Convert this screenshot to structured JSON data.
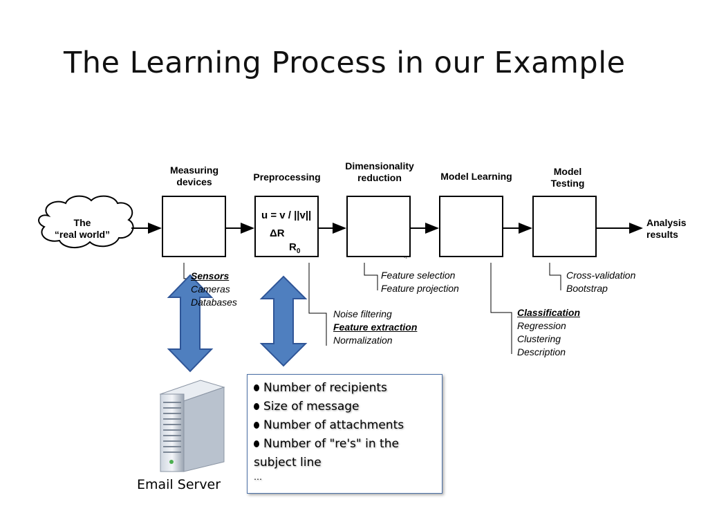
{
  "slide": {
    "title": "The Learning Process in our Example"
  },
  "pipeline": {
    "input": {
      "line1": "The",
      "line2": "“real world”"
    },
    "stages": [
      {
        "label_line1": "Measuring",
        "label_line2": "devices"
      },
      {
        "label_line1": "Preprocessing",
        "label_line2": ""
      },
      {
        "label_line1": "Dimensionality",
        "label_line2": "reduction"
      },
      {
        "label_line1": "Model Learning",
        "label_line2": ""
      },
      {
        "label_line1": "Model",
        "label_line2": "Testing"
      }
    ],
    "output": {
      "line1": "Analysis",
      "line2": "results"
    },
    "preprocessing_formula": {
      "line1": "u = v / ||v||",
      "line2": "ΔR",
      "line3": "R",
      "sub": "0"
    }
  },
  "notes": {
    "measuring": [
      "Sensors",
      "Cameras",
      "Databases"
    ],
    "preprocessing": [
      "Noise filtering",
      "Feature extraction",
      "Normalization"
    ],
    "dimensionality": [
      "Feature selection",
      "Feature projection"
    ],
    "learning": [
      "Classification",
      "Regression",
      "Clustering",
      "Description"
    ],
    "testing": [
      "Cross-validation",
      "Bootstrap"
    ]
  },
  "features_box": {
    "items": [
      "Number of recipients",
      "Size of message",
      "Number of attachments",
      "Number of \"re's\" in the"
    ],
    "continuation": "subject line",
    "ellipsis": "…"
  },
  "server": {
    "caption": "Email Server"
  },
  "colors": {
    "arrow_fill": "#4f7fbf",
    "arrow_stroke": "#2f5597",
    "testing_red": "#e8191e",
    "neuron_orange": "#f08a56",
    "neuron_blue": "#2e6fd0",
    "scatter_red": "#e11b22",
    "scatter_teal": "#138a7a",
    "scatter_purple": "#5a2ea6"
  }
}
